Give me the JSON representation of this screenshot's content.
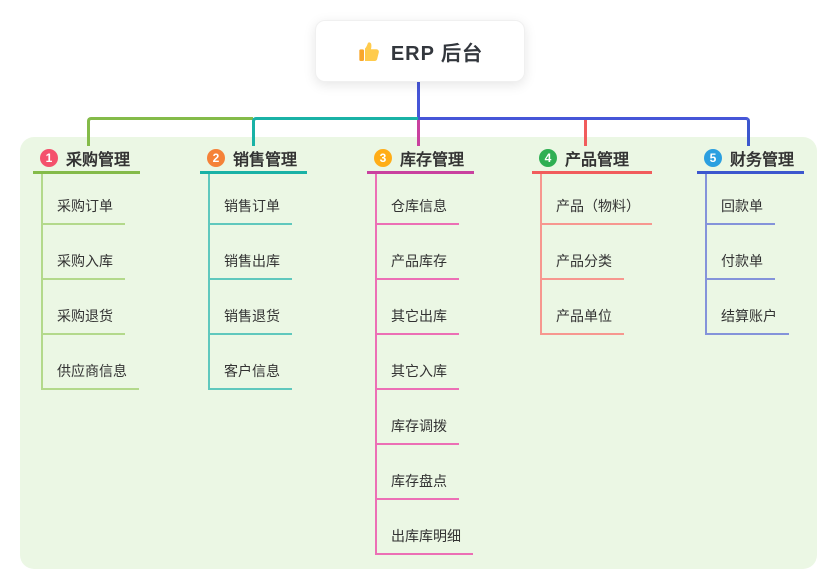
{
  "root": {
    "title": "ERP 后台",
    "icon": "thumbs-up-icon"
  },
  "branches": [
    {
      "key": "purchase",
      "badge": "1",
      "title": "采购管理",
      "colors": {
        "badge": "#F4516C",
        "line": "#84BB49",
        "child_line": "#B3D98B"
      },
      "children": [
        "采购订单",
        "采购入库",
        "采购退货",
        "供应商信息"
      ]
    },
    {
      "key": "sales",
      "badge": "2",
      "title": "销售管理",
      "colors": {
        "badge": "#F58238",
        "line": "#19B2A6",
        "child_line": "#5FC8BD"
      },
      "children": [
        "销售订单",
        "销售出库",
        "销售退货",
        "客户信息"
      ]
    },
    {
      "key": "inventory",
      "badge": "3",
      "title": "库存管理",
      "colors": {
        "badge": "#FFAD17",
        "line": "#C9419F",
        "child_line": "#EC6FB5"
      },
      "children": [
        "仓库信息",
        "产品库存",
        "其它出库",
        "其它入库",
        "库存调拨",
        "库存盘点",
        "出库库明细"
      ]
    },
    {
      "key": "product",
      "badge": "4",
      "title": "产品管理",
      "colors": {
        "badge": "#2FAF53",
        "line": "#F15C5C",
        "child_line": "#F7978F"
      },
      "children": [
        "产品（物料）",
        "产品分类",
        "产品单位"
      ]
    },
    {
      "key": "finance",
      "badge": "5",
      "title": "财务管理",
      "colors": {
        "badge": "#2B9FE0",
        "line": "#3C57CE",
        "child_line": "#8493DA"
      },
      "children": [
        "回款单",
        "付款单",
        "结算账户"
      ]
    }
  ],
  "colors": {
    "canvas": "#FFFFFF",
    "panel": "#EBF7E4",
    "root_connector": "#4656D8",
    "text": "#333333"
  }
}
